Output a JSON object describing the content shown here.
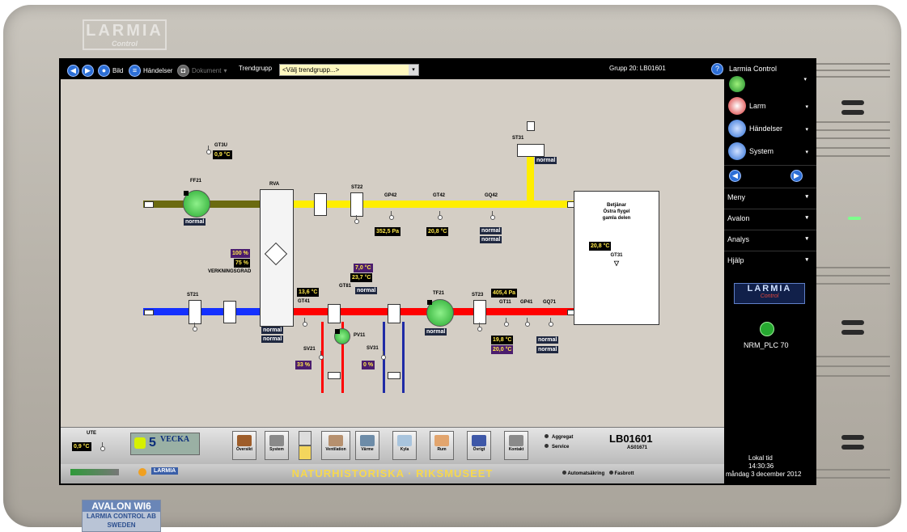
{
  "device": {
    "logo": "LARMIA",
    "logo_sub": "Control",
    "label_line1": "AVALON WI6",
    "label_line2": "LARMIA CONTROL AB",
    "label_line3": "SWEDEN"
  },
  "toolbar": {
    "bild": "Bild",
    "handelser": "Händelser",
    "dokument": "Dokument",
    "trendgrupp_label": "Trendgrupp",
    "trendgrupp_value": "<Välj trendgrupp...>",
    "group": "Grupp 20:  LB01601",
    "help": "?"
  },
  "diagram": {
    "gt3u": {
      "label": "GT3U",
      "value": "0,9 °C"
    },
    "ff21": {
      "label": "FF21",
      "status": "normal"
    },
    "rva": {
      "label": "RVA",
      "status1": "normal",
      "status2": "normal"
    },
    "st22": {
      "label": "ST22"
    },
    "gp42": {
      "label": "GP42",
      "value": "352,5 Pa"
    },
    "gt42": {
      "label": "GT42",
      "value": "20,8 °C"
    },
    "gq42": {
      "label": "GQ42",
      "status1": "normal",
      "status2": "normal"
    },
    "st31": {
      "label": "ST31",
      "status": "normal"
    },
    "target": {
      "line1": "Betjänar",
      "line2": "Östra flygel",
      "line3": "gamla delen",
      "value": "20,8 °C",
      "sensor": "GT31"
    },
    "efficiency": {
      "v1": "100 %",
      "v2": "75 %",
      "label": "VERKNINGSGRAD"
    },
    "st21": {
      "label": "ST21"
    },
    "gt41": {
      "label": "GT41",
      "value": "13,6 °C"
    },
    "gt81": {
      "label": "GT81",
      "v1": "7,0 °C",
      "v2": "23,7 °C",
      "status": "normal"
    },
    "pv11": {
      "label": "PV11"
    },
    "sv21": {
      "label": "SV21",
      "value": "33 %"
    },
    "sv31": {
      "label": "SV31",
      "value": "0 %"
    },
    "tf21": {
      "label": "TF21",
      "status": "normal"
    },
    "st23": {
      "label": "ST23"
    },
    "gt11": {
      "label": "GT11",
      "v1": "19,8 °C",
      "v2": "20,0 °C"
    },
    "gp41": {
      "label": "GP41",
      "value": "405,4 Pa"
    },
    "gq71": {
      "label": "GQ71",
      "status1": "normal",
      "status2": "normal"
    }
  },
  "bottom": {
    "ute_label": "UTE",
    "ute_value": "0,9 °C",
    "week_number": "5",
    "week_label": "VECKA",
    "buttons": [
      "Översikt",
      "System",
      "Ventilation",
      "Värme",
      "Kyla",
      "Rum",
      "Övrigt",
      "Kontakt"
    ],
    "status1": "Aggregat",
    "status2": "Service",
    "unit_title": "LB01601",
    "unit_sub": "AS01671",
    "museum": "NATURHISTORISKA · RIKSMUSEET",
    "footer_status1": "Automatsäkring",
    "footer_status2": "Fasbrott",
    "footer_logo": "LARMIA"
  },
  "side": {
    "title": "Larmia Control",
    "items": [
      "Larm",
      "Händelser",
      "System"
    ],
    "menus": [
      "Meny",
      "Avalon",
      "Analys",
      "Hjälp"
    ],
    "brand": "LARMIA",
    "brand_sub": "Control",
    "plc": "NRM_PLC 70",
    "time_label": "Lokal tid",
    "time": "14:30:36",
    "date": "måndag 3 december 2012"
  },
  "colors": {
    "supply": "#ffee00",
    "extract": "#6b6a10",
    "outdoor": "#1430ff",
    "heat": "#ff0000",
    "cool_return": "#1f2aa6"
  }
}
